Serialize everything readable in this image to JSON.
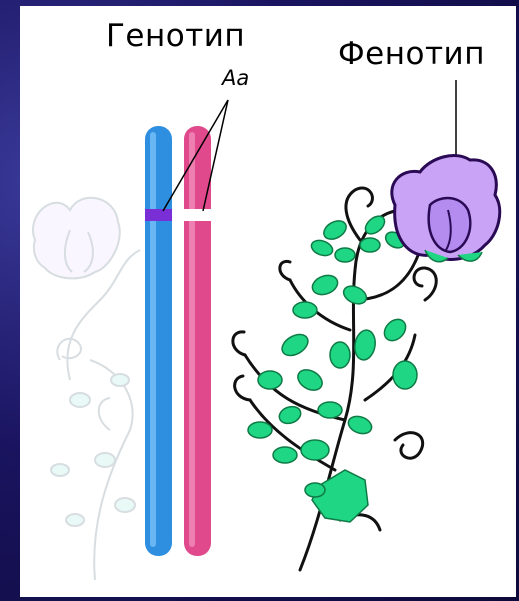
{
  "labels": {
    "genotype": "Генотип",
    "alleles": "Aa",
    "phenotype": "Фенотип"
  },
  "colors": {
    "background": "#1a1460",
    "chromosome_left": "#2e8fe0",
    "chromosome_right": "#e04a8c",
    "allele_band_dominant": "#7a2fd6",
    "allele_band_recessive": "#ffffff",
    "flower": "#c9a3f5",
    "leaf": "#1ed683",
    "stem": "#111111"
  },
  "icons": [
    "chromosome-pair",
    "pea-plant-illustration",
    "faded-pea-plant-illustration",
    "flower"
  ]
}
